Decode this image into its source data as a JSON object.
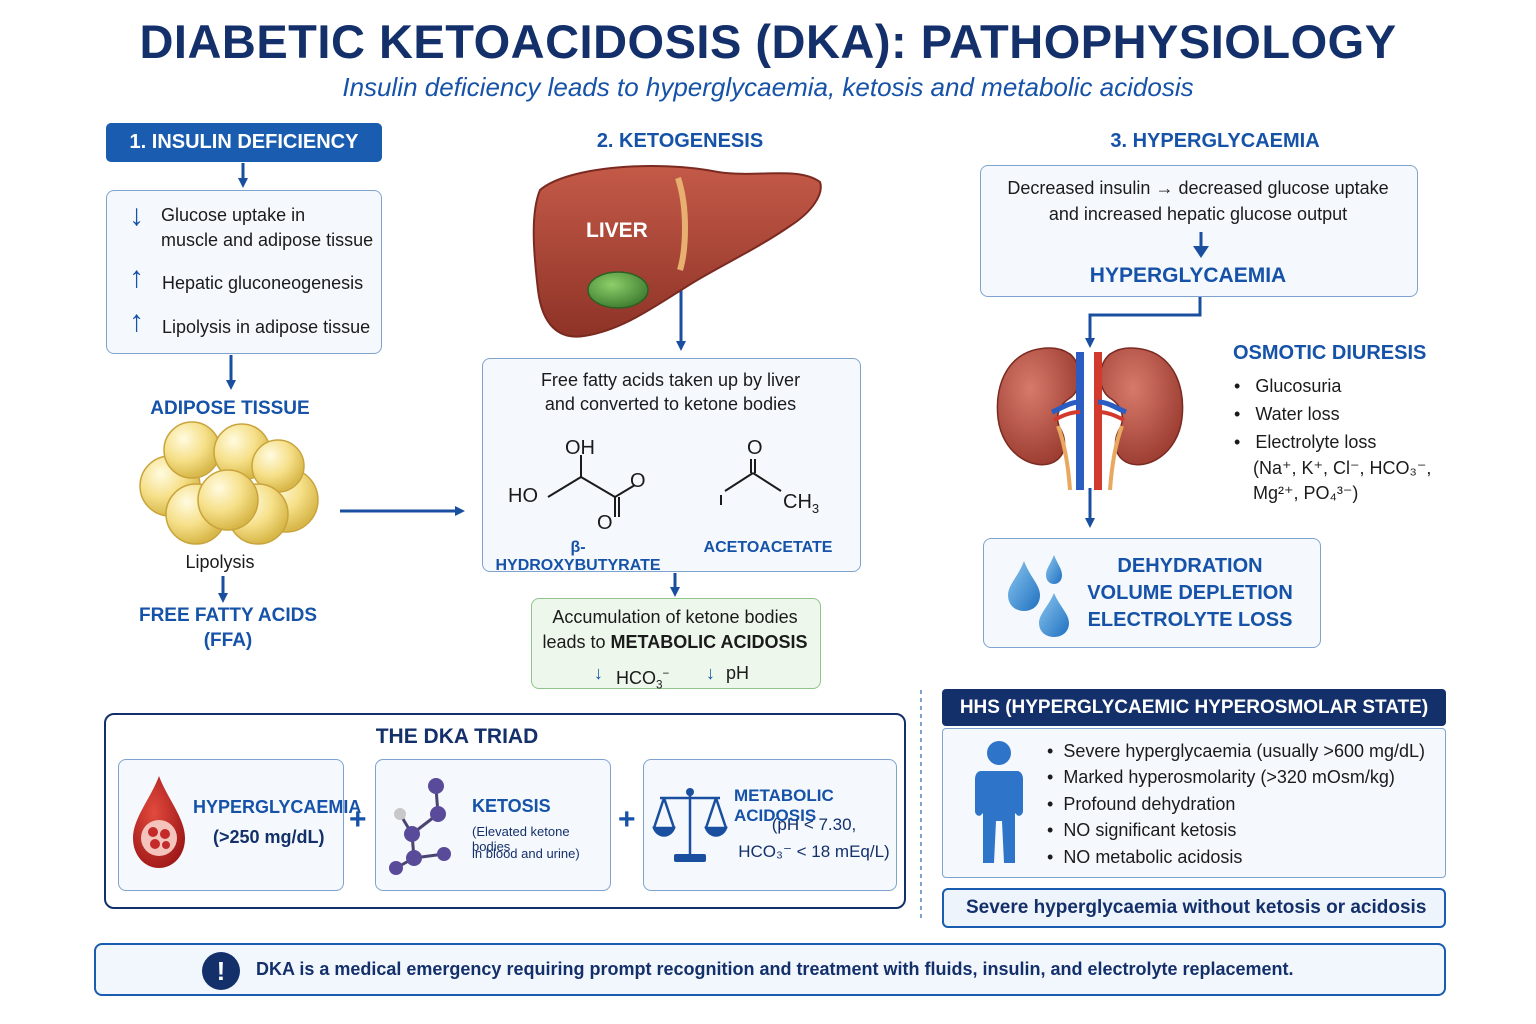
{
  "title": "DIABETIC KETOACIDOSIS (DKA): PATHOPHYSIOLOGY",
  "subtitle": "Insulin deficiency leads to hyperglycaemia, ketosis and metabolic acidosis",
  "section1": {
    "header": "1. INSULIN DEFICIENCY",
    "items": [
      {
        "arrow": "↓",
        "line1": "Glucose uptake in",
        "line2": "muscle and adipose tissue"
      },
      {
        "arrow": "↑",
        "line1": "Hepatic gluconeogenesis",
        "line2": ""
      },
      {
        "arrow": "↑",
        "line1": "Lipolysis in adipose tissue",
        "line2": ""
      }
    ],
    "adipose_label": "ADIPOSE TISSUE",
    "lipolysis": "Lipolysis",
    "ffa_line1": "FREE FATTY ACIDS",
    "ffa_line2": "(FFA)"
  },
  "section2": {
    "header": "2. KETOGENESIS",
    "liver_label": "LIVER",
    "box_line1": "Free fatty acids taken up by liver",
    "box_line2": "and converted to ketone bodies",
    "bhb_label": "β-HYDROXYBUTYRATE",
    "aca_label": "ACETOACETATE",
    "chem": {
      "oh": "OH",
      "ho": "HO",
      "o": "O",
      "ch": "CH",
      "three": "3"
    },
    "acid_line1": "Accumulation of ketone bodies",
    "acid_line2_prefix": "leads to",
    "acid_line2_bold": "METABOLIC ACIDOSIS",
    "acid_down1": "↓",
    "acid_hco": "HCO",
    "acid_sub": "3",
    "acid_sup": "−",
    "acid_down2": "↓",
    "acid_ph": "pH"
  },
  "section3": {
    "header": "3. HYPERGLYCAEMIA",
    "box_line1_a": "Decreased insulin",
    "box_arrow": "→",
    "box_line1_b": "decreased glucose uptake",
    "box_line2": "and increased hepatic glucose output",
    "box_result": "HYPERGLYCAEMIA",
    "osmotic_title": "OSMOTIC DIURESIS",
    "osmotic_items": [
      "Glucosuria",
      "Water loss",
      "Electrolyte loss"
    ],
    "electrolytes_line1": "(Na⁺, K⁺, Cl⁻, HCO₃⁻,",
    "electrolytes_line2": "Mg²⁺, PO₄³⁻)",
    "dehydration_lines": [
      "DEHYDRATION",
      "VOLUME DEPLETION",
      "ELECTROLYTE LOSS"
    ]
  },
  "triad": {
    "title": "THE DKA TRIAD",
    "plus": "+",
    "items": [
      {
        "title": "HYPERGLYCAEMIA",
        "detail1": "(>250 mg/dL)",
        "detail2": ""
      },
      {
        "title": "KETOSIS",
        "detail1": "(Elevated ketone bodies",
        "detail2": "in blood and urine)"
      },
      {
        "title": "METABOLIC ACIDOSIS",
        "detail1": "(pH < 7.30,",
        "detail2": "HCO₃⁻ < 18 mEq/L)"
      }
    ]
  },
  "hhs": {
    "header": "HHS (HYPERGLYCAEMIC HYPEROSMOLAR STATE)",
    "items": [
      "Severe hyperglycaemia (usually >600 mg/dL)",
      "Marked hyperosmolarity (>320 mOsm/kg)",
      "Profound dehydration",
      "NO significant ketosis",
      "NO metabolic acidosis"
    ],
    "summary": "Severe hyperglycaemia without ketosis or acidosis"
  },
  "footer": {
    "icon": "!",
    "text": "DKA is a medical emergency requiring prompt recognition and treatment with fluids, insulin, and electrolyte replacement."
  },
  "colors": {
    "navy": "#14306b",
    "blue": "#1552a8",
    "header_fill": "#1a5cb0",
    "acid_green": "#eef7ec",
    "liver": "#b24a3c",
    "blood": "#c42a2a"
  }
}
